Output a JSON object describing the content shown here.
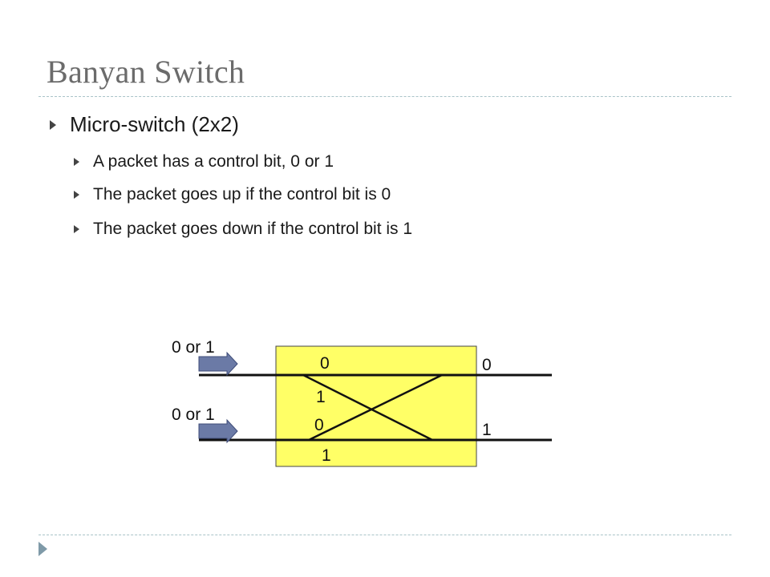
{
  "slide": {
    "title": "Banyan Switch",
    "bullets": [
      {
        "text": "Micro-switch (2x2)",
        "children": [
          "A packet has a control bit, 0 or 1",
          "The packet goes up if the control bit is 0",
          "The packet goes down if the control bit is 1"
        ]
      }
    ]
  },
  "diagram": {
    "input_labels": [
      "0 or 1",
      "0 or 1"
    ],
    "inner_labels": {
      "top_0": "0",
      "cross_1": "1",
      "cross_0": "0",
      "bottom_1": "1"
    },
    "output_labels": [
      "0",
      "1"
    ],
    "colors": {
      "switch_fill": "#ffff66",
      "arrow_fill": "#6b7aa6",
      "line": "#111111"
    }
  }
}
